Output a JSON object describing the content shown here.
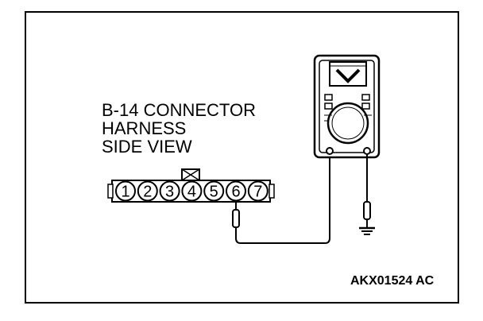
{
  "connector_title": {
    "line1": "B-14 CONNECTOR",
    "line2": "HARNESS",
    "line3": "SIDE VIEW"
  },
  "pins": [
    "1",
    "2",
    "3",
    "4",
    "5",
    "6",
    "7"
  ],
  "probed_pin": "6",
  "drawing_code": "AKX01524 AC",
  "colors": {
    "ink": "#000000",
    "background": "#ffffff"
  }
}
